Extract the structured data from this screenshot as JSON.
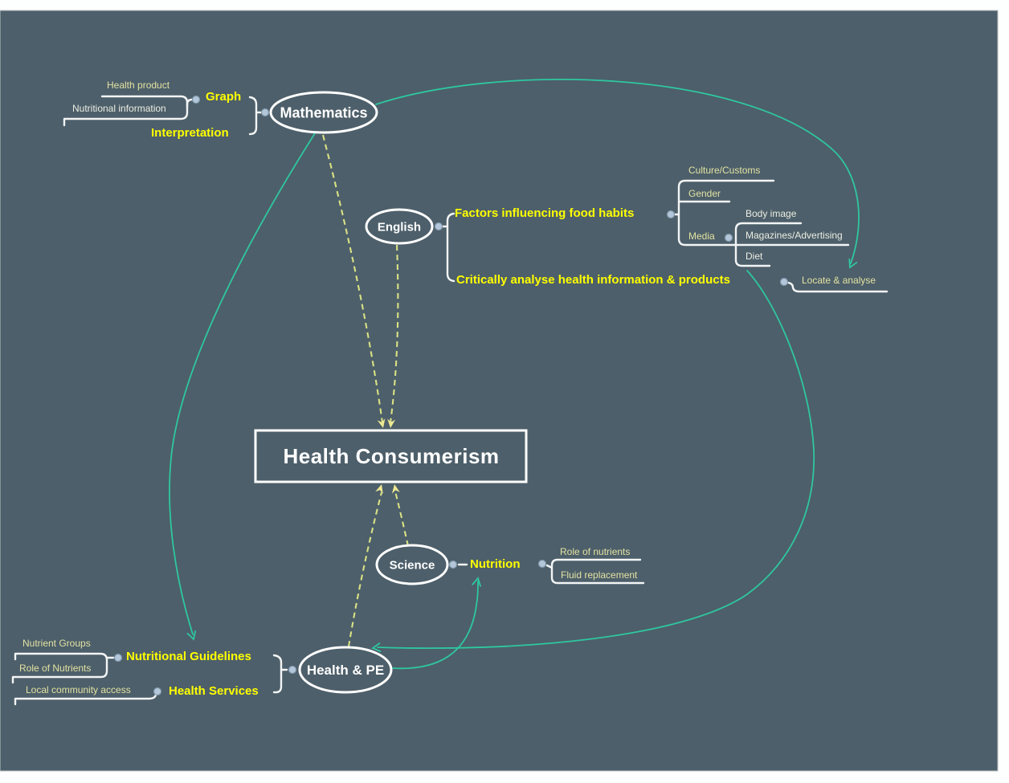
{
  "colors": {
    "page_margin": "#fdfefe",
    "background": "#4d5f6a",
    "branch_line": "#f3f5f5",
    "topic_yellow": "#ffff00",
    "label_pale_yellow": "#e2e2a2",
    "label_white": "#ebede2",
    "relationship_teal": "#2ec7a0",
    "dashed_arrow": "#d9e185",
    "dashed_arrowhead": "#eee893",
    "connector_dot": "#b4c7da"
  },
  "center": {
    "label": "Health Consumerism"
  },
  "mathematics": {
    "label": "Mathematics",
    "graph": "Graph",
    "interpretation": "Interpretation",
    "health_product": "Health product",
    "nutritional_information": "Nutritional information"
  },
  "english": {
    "label": "English",
    "factors": "Factors influencing food habits",
    "critically": "Critically analyse health information & products",
    "culture_customs": "Culture/Customs",
    "gender": "Gender",
    "media": "Media",
    "body_image": "Body image",
    "magazines_advertising": "Magazines/Advertising",
    "diet": "Diet",
    "locate_analyse": "Locate & analyse"
  },
  "science": {
    "label": "Science",
    "nutrition": "Nutrition",
    "role_of_nutrients": "Role of nutrients",
    "fluid_replacement": "Fluid replacement"
  },
  "health_pe": {
    "label": "Health & PE",
    "nutritional_guidelines": "Nutritional Guidelines",
    "health_services": "Health Services",
    "nutrient_groups": "Nutrient Groups",
    "role_of_nutrients": "Role of Nutrients",
    "local_community_access": "Local community access"
  }
}
